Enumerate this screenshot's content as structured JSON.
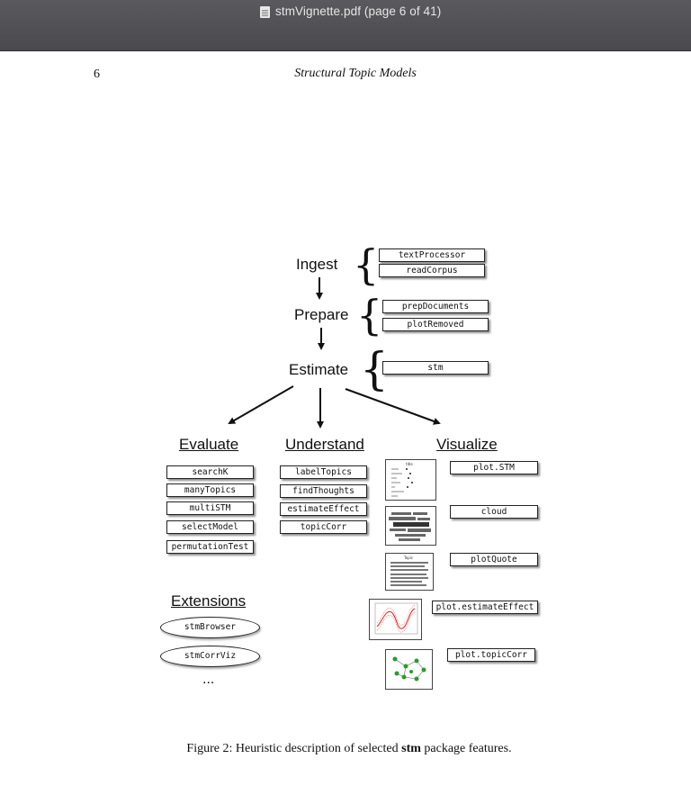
{
  "window": {
    "title": "stmVignette.pdf (page 6 of 41)",
    "icon": "pdf-document-icon"
  },
  "page": {
    "number": "6",
    "running_head": "Structural Topic Models"
  },
  "figure": {
    "stages": {
      "ingest": "Ingest",
      "prepare": "Prepare",
      "estimate": "Estimate"
    },
    "ingest_functions": [
      "textProcessor",
      "readCorpus"
    ],
    "prepare_functions": [
      "prepDocuments",
      "plotRemoved"
    ],
    "estimate_functions": [
      "stm"
    ],
    "evaluate": {
      "header": "Evaluate",
      "functions": [
        "searchK",
        "manyTopics",
        "multiSTM",
        "selectModel",
        "permutationTest"
      ]
    },
    "understand": {
      "header": "Understand",
      "functions": [
        "labelTopics",
        "findThoughts",
        "estimateEffect",
        "topicCorr"
      ]
    },
    "visualize": {
      "header": "Visualize",
      "functions": [
        "plot.STM",
        "cloud",
        "plotQuote",
        "plot.estimateEffect",
        "plot.topicCorr"
      ]
    },
    "extensions": {
      "header": "Extensions",
      "items": [
        "stmBrowser",
        "stmCorrViz"
      ],
      "more": "..."
    }
  },
  "caption": {
    "prefix": "Figure 2: Heuristic description of selected ",
    "bold": "stm",
    "suffix": " package features."
  }
}
